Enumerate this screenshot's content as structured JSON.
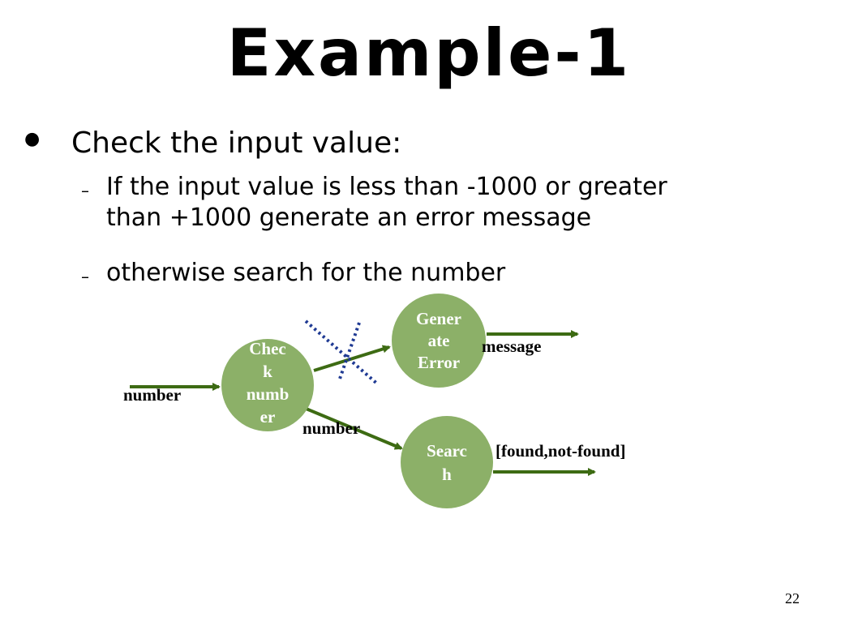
{
  "slide": {
    "title": "Example-1",
    "bullet": "Check the input value:",
    "sub_items": [
      {
        "line1": "If the input value is less than -1000 or greater",
        "line2": "than +1000 generate an error message"
      },
      {
        "line1": "otherwise search for the number"
      }
    ],
    "page_number": "22"
  },
  "diagram": {
    "nodes": {
      "check": [
        "Chec",
        "k",
        "numb",
        "er"
      ],
      "generate_error": [
        "Gener",
        "ate",
        "Error"
      ],
      "search": [
        "Searc",
        "h"
      ]
    },
    "labels": {
      "input": "number",
      "to_search": "number",
      "error_output": "message",
      "search_output": "[found,not-found]"
    },
    "colors": {
      "node_fill": "#8cb068",
      "node_text": "#ffffff",
      "arrow": "#3d6b13",
      "cross": "#1f3a93"
    }
  }
}
